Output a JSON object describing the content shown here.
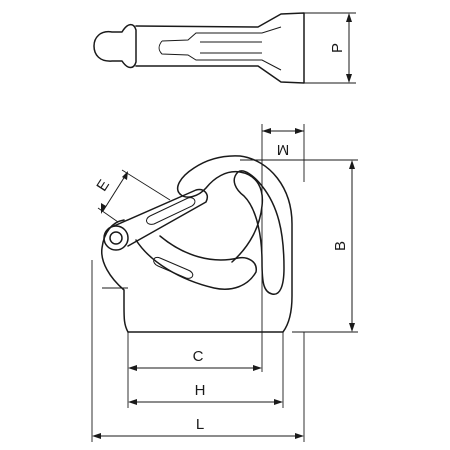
{
  "dimensions": {
    "P": "P",
    "M": "M",
    "E": "E",
    "B": "B",
    "C": "C",
    "H": "H",
    "L": "L"
  }
}
